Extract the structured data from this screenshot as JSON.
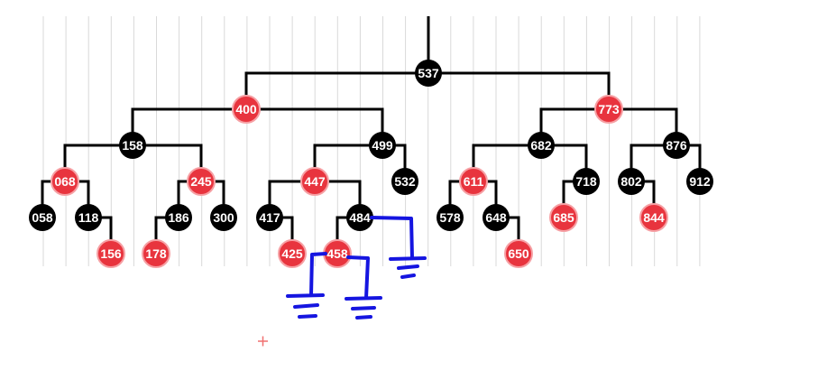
{
  "tree": {
    "nodes": [
      {
        "id": "n537",
        "label": "537",
        "color": "black"
      },
      {
        "id": "n400",
        "label": "400",
        "color": "red"
      },
      {
        "id": "n773",
        "label": "773",
        "color": "red"
      },
      {
        "id": "n158",
        "label": "158",
        "color": "black"
      },
      {
        "id": "n499",
        "label": "499",
        "color": "black"
      },
      {
        "id": "n682",
        "label": "682",
        "color": "black"
      },
      {
        "id": "n876",
        "label": "876",
        "color": "black"
      },
      {
        "id": "n068",
        "label": "068",
        "color": "red"
      },
      {
        "id": "n245",
        "label": "245",
        "color": "red"
      },
      {
        "id": "n447",
        "label": "447",
        "color": "red"
      },
      {
        "id": "n532",
        "label": "532",
        "color": "black"
      },
      {
        "id": "n611",
        "label": "611",
        "color": "red"
      },
      {
        "id": "n718",
        "label": "718",
        "color": "black"
      },
      {
        "id": "n802",
        "label": "802",
        "color": "black"
      },
      {
        "id": "n912",
        "label": "912",
        "color": "black"
      },
      {
        "id": "n058",
        "label": "058",
        "color": "black"
      },
      {
        "id": "n118",
        "label": "118",
        "color": "black"
      },
      {
        "id": "n186",
        "label": "186",
        "color": "black"
      },
      {
        "id": "n300",
        "label": "300",
        "color": "black"
      },
      {
        "id": "n417",
        "label": "417",
        "color": "black"
      },
      {
        "id": "n484",
        "label": "484",
        "color": "black"
      },
      {
        "id": "n578",
        "label": "578",
        "color": "black"
      },
      {
        "id": "n648",
        "label": "648",
        "color": "black"
      },
      {
        "id": "n685",
        "label": "685",
        "color": "red"
      },
      {
        "id": "n844",
        "label": "844",
        "color": "red"
      },
      {
        "id": "n156",
        "label": "156",
        "color": "red"
      },
      {
        "id": "n178",
        "label": "178",
        "color": "red"
      },
      {
        "id": "n425",
        "label": "425",
        "color": "red"
      },
      {
        "id": "n458",
        "label": "458",
        "color": "red"
      },
      {
        "id": "n650",
        "label": "650",
        "color": "red"
      }
    ],
    "edges": [
      [
        "n537",
        "n400"
      ],
      [
        "n537",
        "n773"
      ],
      [
        "n400",
        "n158"
      ],
      [
        "n400",
        "n499"
      ],
      [
        "n773",
        "n682"
      ],
      [
        "n773",
        "n876"
      ],
      [
        "n158",
        "n068"
      ],
      [
        "n158",
        "n245"
      ],
      [
        "n499",
        "n447"
      ],
      [
        "n499",
        "n532"
      ],
      [
        "n682",
        "n611"
      ],
      [
        "n682",
        "n718"
      ],
      [
        "n876",
        "n802"
      ],
      [
        "n876",
        "n912"
      ],
      [
        "n068",
        "n058"
      ],
      [
        "n068",
        "n118"
      ],
      [
        "n118",
        "n156"
      ],
      [
        "n245",
        "n186"
      ],
      [
        "n245",
        "n300"
      ],
      [
        "n186",
        "n178"
      ],
      [
        "n447",
        "n417"
      ],
      [
        "n447",
        "n484"
      ],
      [
        "n417",
        "n425"
      ],
      [
        "n484",
        "n458"
      ],
      [
        "n611",
        "n578"
      ],
      [
        "n611",
        "n648"
      ],
      [
        "n648",
        "n650"
      ],
      [
        "n718",
        "n685"
      ],
      [
        "n802",
        "n844"
      ]
    ]
  },
  "colors": {
    "red_node": "#e8343e",
    "black_node": "#000000",
    "node_text": "#ffffff",
    "edge": "#000000",
    "annotation": "#1515e0",
    "grid": "#d9d9d9",
    "cursor": "#f07070"
  },
  "annotation": {
    "kind": "hand-drawn-null-leaf-grounds",
    "count": 3
  }
}
